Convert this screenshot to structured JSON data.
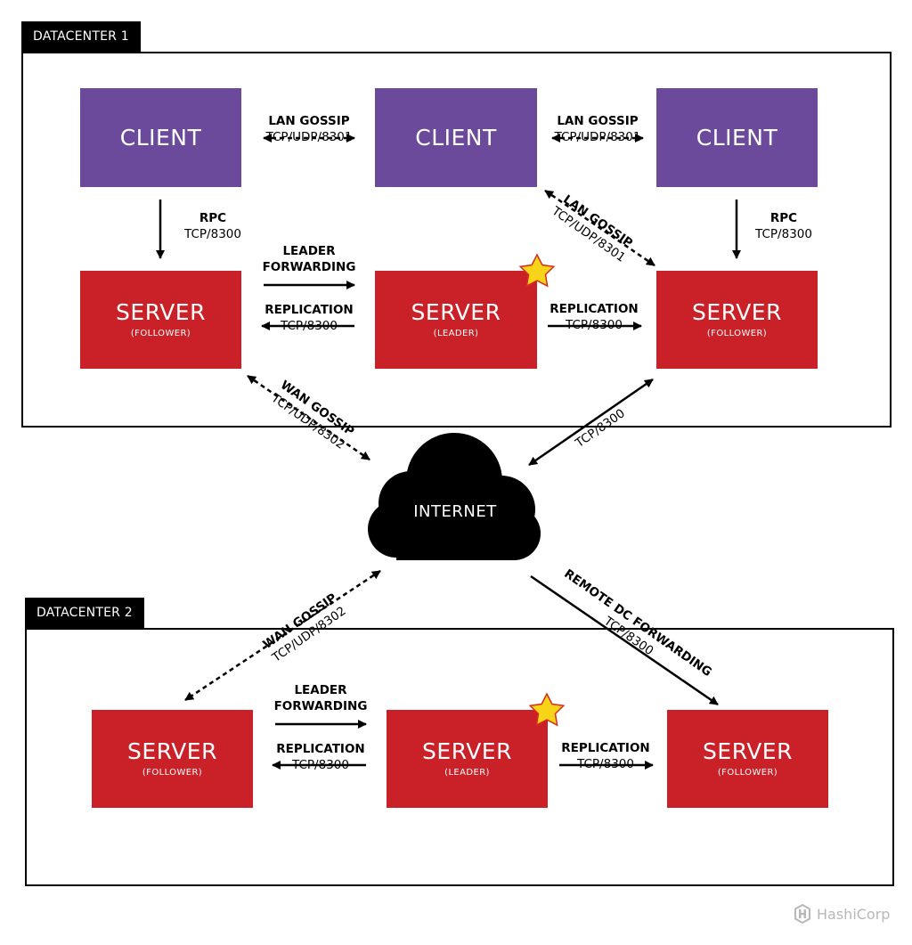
{
  "dc1": {
    "label": "DATACENTER 1"
  },
  "dc2": {
    "label": "DATACENTER 2"
  },
  "node_titles": {
    "client": "CLIENT",
    "server": "SERVER"
  },
  "roles": {
    "follower": "(FOLLOWER)",
    "leader": "(LEADER)"
  },
  "links": {
    "lan_gossip": "LAN GOSSIP",
    "lan_port": "TCP/UDP/8301",
    "rpc": "RPC",
    "tcp_8300": "TCP/8300",
    "leader_forwarding_line1": "LEADER",
    "leader_forwarding_line2": "FORWARDING",
    "replication": "REPLICATION",
    "wan_gossip": "WAN GOSSIP",
    "wan_port": "TCP/UDP/8302",
    "remote_dc_forwarding": "REMOTE DC FORWARDING"
  },
  "internet": {
    "label": "INTERNET"
  },
  "brand": {
    "name": "HashiCorp"
  },
  "colors": {
    "client": "#6b4a9c",
    "server": "#ca2027",
    "star": "#f7d417"
  }
}
